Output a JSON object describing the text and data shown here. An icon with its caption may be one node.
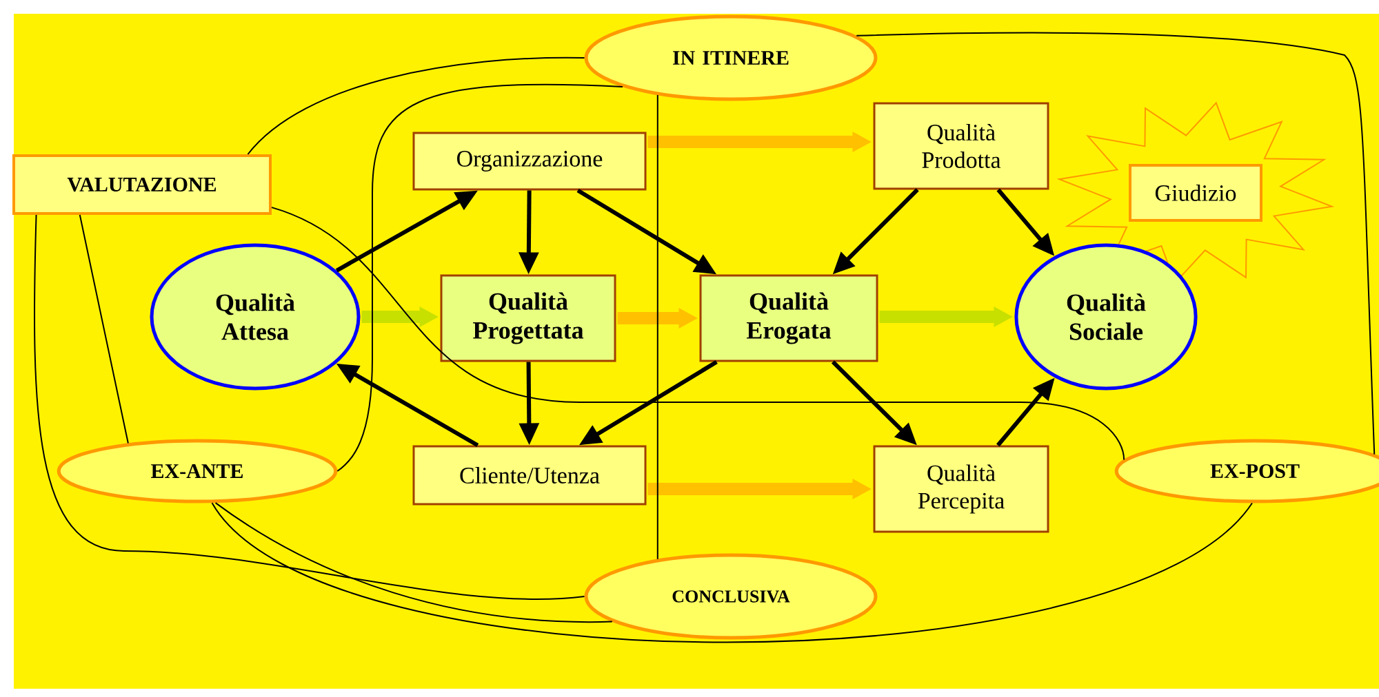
{
  "diagram": {
    "nodes": [
      {
        "text": [
          "IN ITINERE"
        ]
      },
      {
        "text": [
          "VALUTAZIONE"
        ]
      },
      {
        "text": [
          "Organizzazione"
        ]
      },
      {
        "text": [
          "Qualità Prodotta"
        ]
      },
      {
        "text": [
          "Giudizio"
        ]
      },
      {
        "text": [
          "Qualità Attesa"
        ]
      },
      {
        "text": [
          "Qualità Progettata"
        ]
      },
      {
        "text": [
          "Qualità Erogata"
        ]
      },
      {
        "text": [
          "Qualità Sociale"
        ]
      },
      {
        "text": [
          "EX-ANTE"
        ]
      },
      {
        "text": [
          "Cliente/Utenza"
        ]
      },
      {
        "text": [
          "Qualità Percepita"
        ]
      },
      {
        "text": [
          "EX-POST"
        ]
      },
      {
        "text": [
          "CONCLUSIVA"
        ]
      }
    ],
    "edges": [
      {
        "from": 5,
        "to": 2,
        "arrow": "to"
      },
      {
        "from": 2,
        "to": 6,
        "arrow": "to"
      },
      {
        "from": 2,
        "to": 7,
        "arrow": "to"
      },
      {
        "from": 3,
        "to": 7,
        "arrow": "to"
      },
      {
        "from": 3,
        "to": 8,
        "arrow": "to"
      },
      {
        "from": 7,
        "to": 10,
        "arrow": "to"
      },
      {
        "from": 6,
        "to": 10,
        "arrow": "to"
      },
      {
        "from": 10,
        "to": 5,
        "arrow": "to"
      },
      {
        "from": 7,
        "to": 11,
        "arrow": "to"
      },
      {
        "from": 11,
        "to": 8,
        "arrow": "to"
      },
      {
        "from": 5,
        "to": 6,
        "arrow": "to",
        "style": "thick",
        "color": "#c8e000"
      },
      {
        "from": 6,
        "to": 7,
        "arrow": "to",
        "style": "thick",
        "color": "#ffc000"
      },
      {
        "from": 7,
        "to": 8,
        "arrow": "to",
        "style": "thick",
        "color": "#c8e000"
      },
      {
        "from": 2,
        "to": 3,
        "arrow": "to",
        "style": "thick",
        "color": "#ffc000"
      },
      {
        "from": 10,
        "to": 11,
        "arrow": "to",
        "style": "thick",
        "color": "#ffc000"
      },
      {
        "from": 1,
        "to": 0,
        "arrow": "none"
      },
      {
        "from": 1,
        "to": 9,
        "arrow": "none"
      },
      {
        "from": 1,
        "to": 13,
        "arrow": "none"
      },
      {
        "from": 1,
        "to": 12,
        "arrow": "none"
      },
      {
        "from": 0,
        "to": 9,
        "arrow": "none"
      },
      {
        "from": 0,
        "to": 13,
        "arrow": "none"
      },
      {
        "from": 0,
        "to": 12,
        "arrow": "none"
      },
      {
        "from": 9,
        "to": 13,
        "arrow": "none"
      },
      {
        "from": 9,
        "to": 12,
        "arrow": "none"
      }
    ]
  }
}
